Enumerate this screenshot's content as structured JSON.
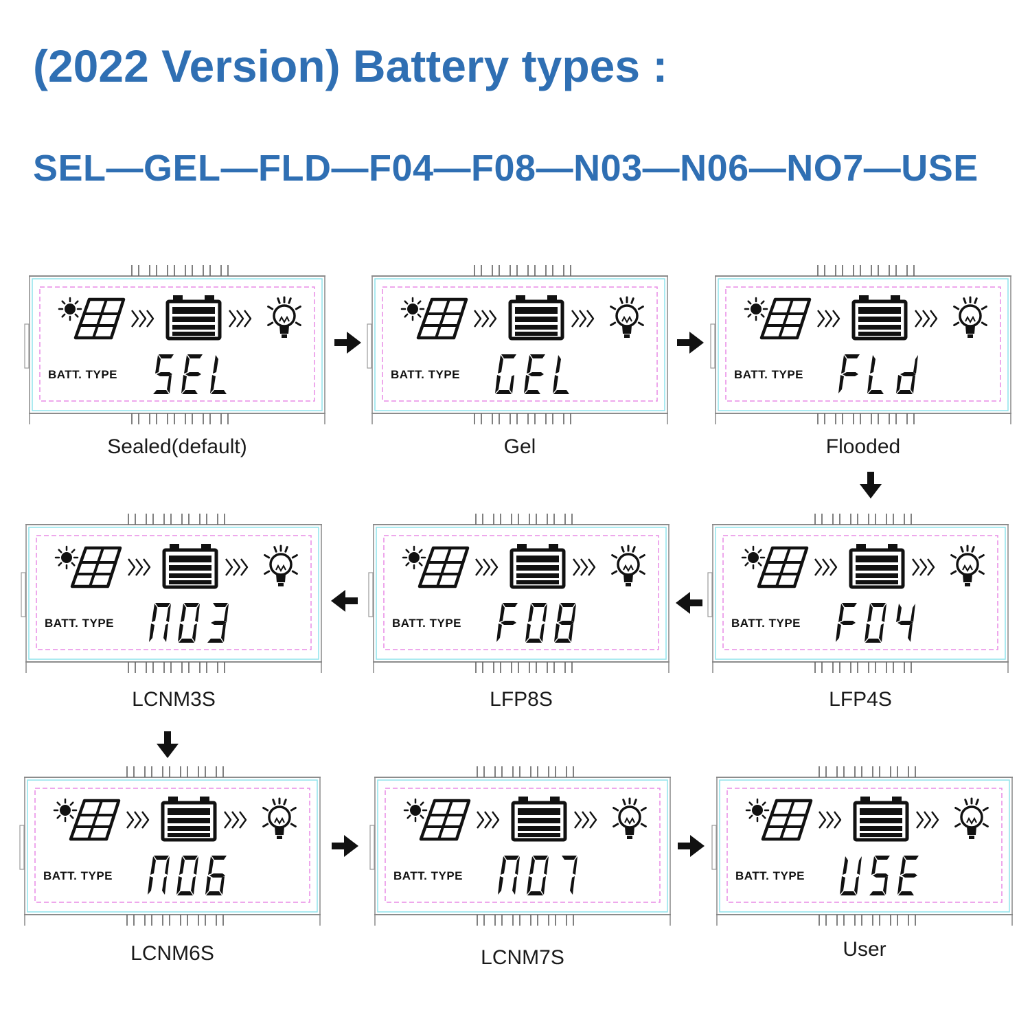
{
  "header": {
    "title": "(2022 Version) Battery types :",
    "sequence": "SEL—GEL—FLD—F04—F08—N03—N06—NO7—USE"
  },
  "screen_label": "BATT. TYPE",
  "screens": [
    {
      "code": "SEL",
      "caption": "Sealed(default)"
    },
    {
      "code": "GEL",
      "caption": "Gel"
    },
    {
      "code": "FLd",
      "caption": "Flooded"
    },
    {
      "code": "F04",
      "caption": "LFP4S"
    },
    {
      "code": "F08",
      "caption": "LFP8S"
    },
    {
      "code": "N03",
      "caption": "LCNM3S"
    },
    {
      "code": "N06",
      "caption": "LCNM6S"
    },
    {
      "code": "N07",
      "caption": "LCNM7S"
    },
    {
      "code": "USE",
      "caption": "User"
    }
  ],
  "colors": {
    "title": "#2f6fb3",
    "ink": "#111111",
    "dashed_frame": "#e98ce6",
    "inner_frame": "#8fe3ec"
  }
}
